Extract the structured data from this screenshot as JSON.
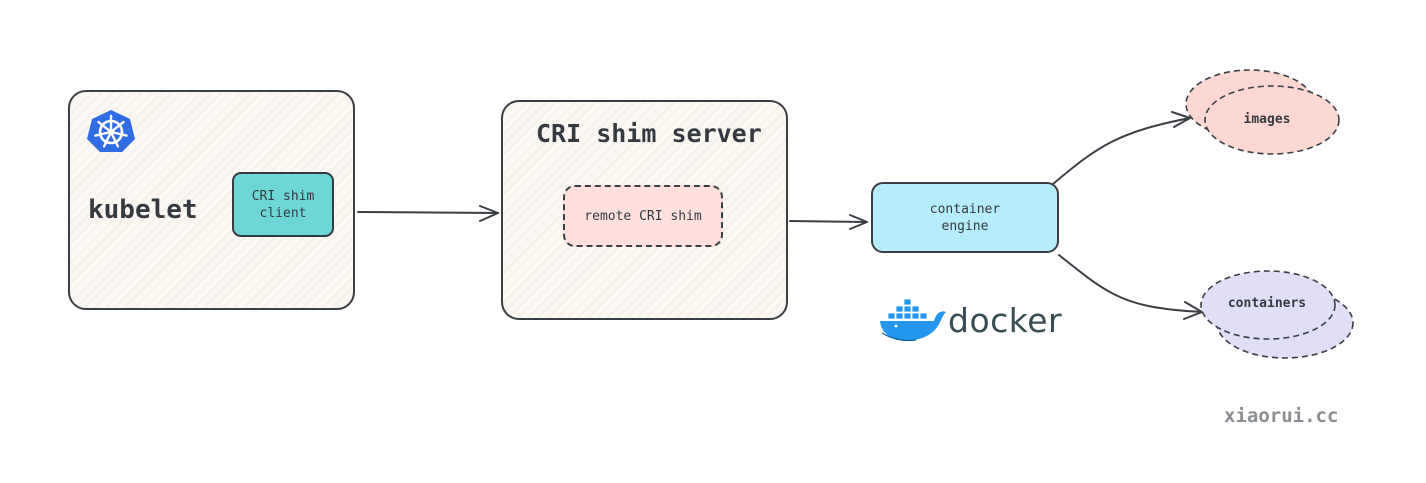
{
  "kubelet": {
    "label": "kubelet",
    "client_label": "CRI shim\nclient"
  },
  "server": {
    "title": "CRI shim server",
    "remote_label": "remote CRI shim"
  },
  "engine": {
    "label": "container\nengine",
    "brand": "docker"
  },
  "stores": {
    "images_label": "images",
    "containers_label": "containers"
  },
  "watermark": "xiaorui.cc",
  "icons": {
    "kubernetes": "kubernetes-logo-icon",
    "docker": "docker-whale-icon"
  },
  "colors": {
    "client_fill": "#6dd6d6",
    "remote_fill": "#fde0dc",
    "engine_fill": "#b6ecfb",
    "images_fill": "#fdd8d2",
    "containers_fill": "#e0dff7",
    "panel_fill": "#fbf8f3",
    "kubernetes_blue": "#326ce5",
    "docker_blue": "#2496ed"
  }
}
